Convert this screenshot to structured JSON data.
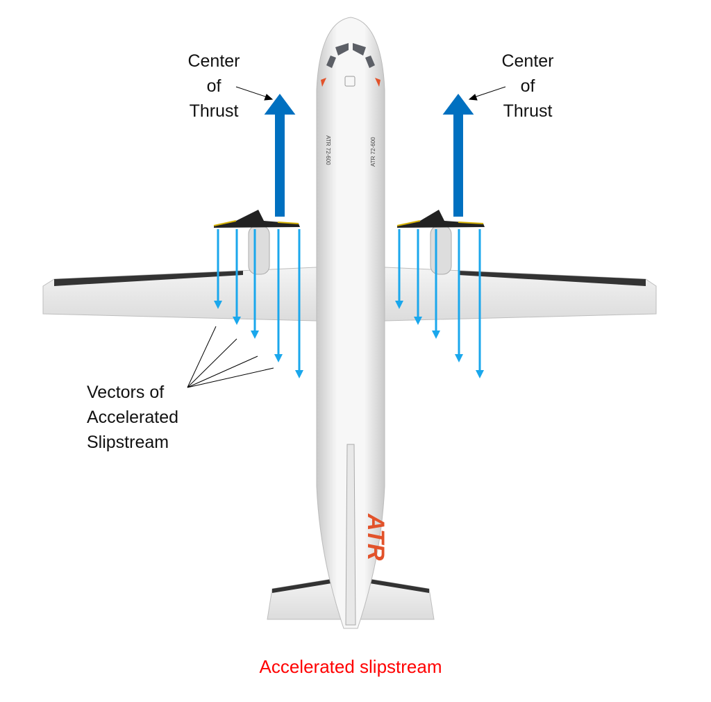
{
  "labels": {
    "thrust_left": [
      "Center",
      "of",
      "Thrust"
    ],
    "thrust_right": [
      "Center",
      "of",
      "Thrust"
    ],
    "vectors": [
      "Vectors of",
      "Accelerated",
      "Slipstream"
    ],
    "caption": "Accelerated slipstream",
    "fuselage_marking": "ATR 72-600",
    "tail_logo": "ATR"
  },
  "colors": {
    "thrust_arrow": "#0070c0",
    "slipstream_arrow": "#1aa7ec",
    "caption": "#ff0000",
    "accent_orange": "#e2522a"
  }
}
